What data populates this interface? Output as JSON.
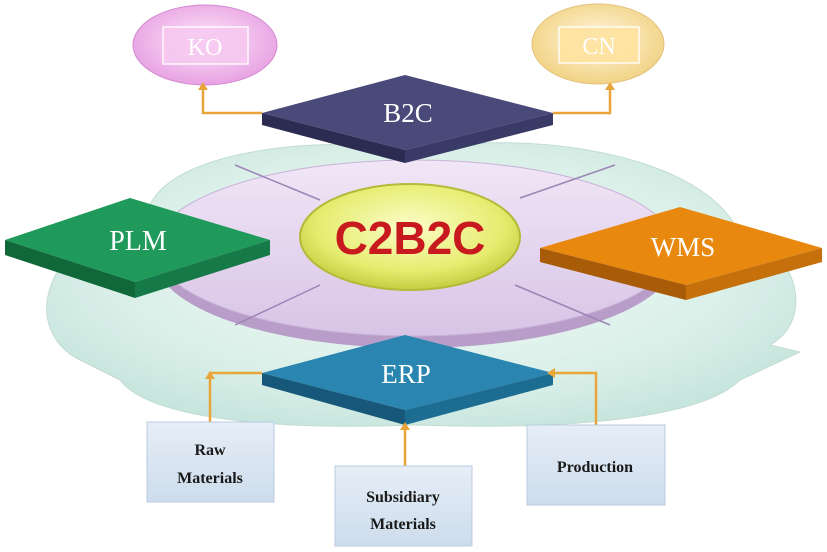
{
  "center": {
    "label": "C2B2C"
  },
  "nodes": {
    "b2c": {
      "label": "B2C"
    },
    "plm": {
      "label": "PLM"
    },
    "wms": {
      "label": "WMS"
    },
    "erp": {
      "label": "ERP"
    }
  },
  "regions": {
    "ko": {
      "label": "KO"
    },
    "cn": {
      "label": "CN"
    }
  },
  "materials": {
    "raw": {
      "line1": "Raw",
      "line2": "Materials"
    },
    "subsidiary": {
      "line1": "Subsidiary",
      "line2": "Materials"
    },
    "production": {
      "label": "Production"
    }
  },
  "colors": {
    "b2c": "#4a4a7a",
    "plm": "#1f9a5a",
    "wms": "#e8880f",
    "erp": "#2a86b0",
    "center_text": "#c8191e",
    "connector": "#e8a53a",
    "material_box": "#d9e6f2"
  }
}
